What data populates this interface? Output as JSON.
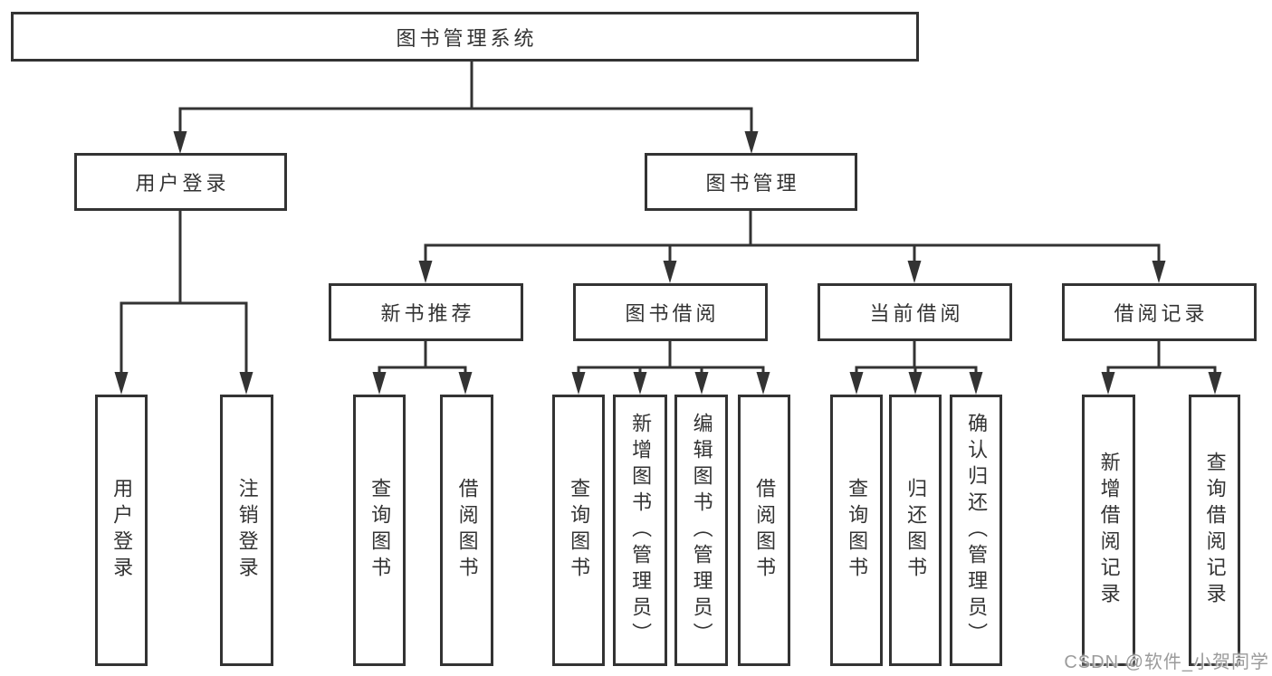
{
  "diagram": {
    "root": {
      "label": "图书管理系统"
    },
    "branches": [
      {
        "label": "用户登录",
        "children": [
          {
            "label": "用户登录"
          },
          {
            "label": "注销登录"
          }
        ]
      },
      {
        "label": "图书管理",
        "children": [
          {
            "label": "新书推荐",
            "children": [
              {
                "label": "查询图书"
              },
              {
                "label": "借阅图书"
              }
            ]
          },
          {
            "label": "图书借阅",
            "children": [
              {
                "label": "查询图书"
              },
              {
                "label": "新增图书（管理员）"
              },
              {
                "label": "编辑图书（管理员）"
              },
              {
                "label": "借阅图书"
              }
            ]
          },
          {
            "label": "当前借阅",
            "children": [
              {
                "label": "查询图书"
              },
              {
                "label": "归还图书"
              },
              {
                "label": "确认归还（管理员）"
              }
            ]
          },
          {
            "label": "借阅记录",
            "children": [
              {
                "label": "新增借阅记录"
              },
              {
                "label": "查询借阅记录"
              }
            ]
          }
        ]
      }
    ]
  },
  "watermark": {
    "text": "CSDN @软件_小贺同学"
  },
  "colors": {
    "line": "#333333",
    "box_background": "#ffffff",
    "text": "#333333",
    "watermark": "#969696"
  }
}
